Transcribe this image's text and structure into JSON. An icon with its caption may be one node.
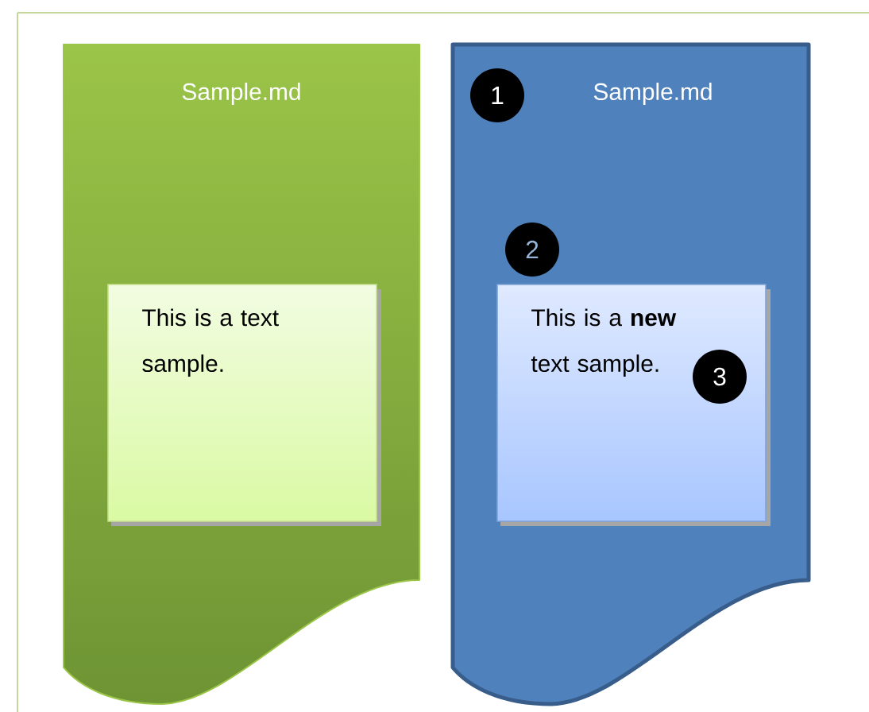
{
  "diagram": {
    "nodes": [
      {
        "text": [
          "Sample.md"
        ]
      },
      {
        "text": [
          "This is a text sample."
        ],
        "in": 0
      },
      {
        "text": [
          "Sample.md"
        ]
      },
      {
        "text": [
          "This is a **new** text sample."
        ],
        "in": 2
      }
    ],
    "labels": [
      "1",
      "2",
      "3"
    ]
  }
}
